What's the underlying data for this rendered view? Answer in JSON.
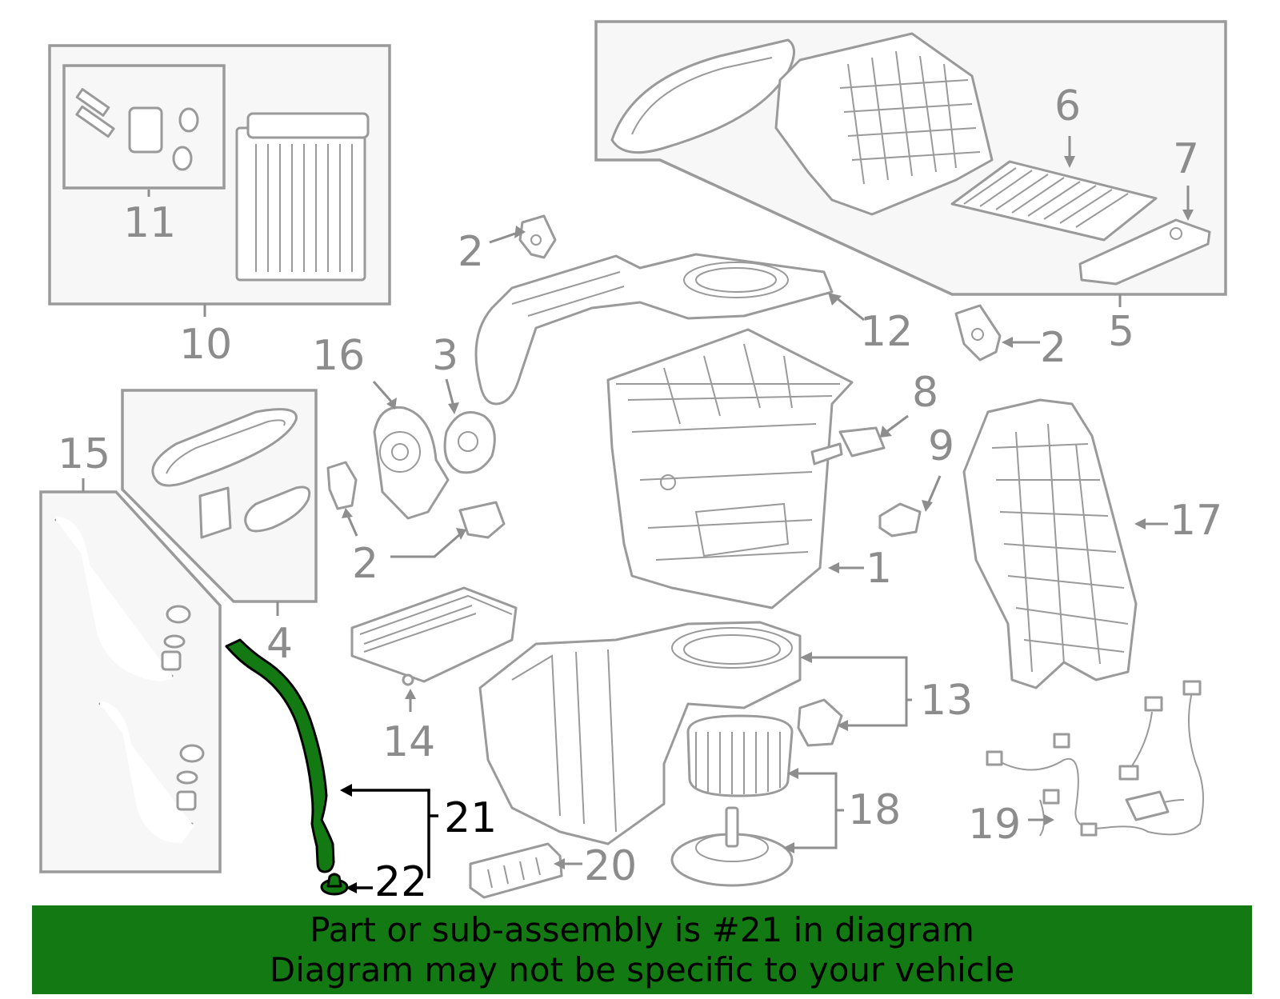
{
  "callouts": {
    "c1": "1",
    "c2a": "2",
    "c2b": "2",
    "c2c": "2",
    "c2d": "2",
    "c3": "3",
    "c4": "4",
    "c5": "5",
    "c6": "6",
    "c7": "7",
    "c8": "8",
    "c9": "9",
    "c10": "10",
    "c11": "11",
    "c12": "12",
    "c13": "13",
    "c14": "14",
    "c15": "15",
    "c16": "16",
    "c17": "17",
    "c18": "18",
    "c19": "19",
    "c20": "20",
    "c21": "21",
    "c22": "22"
  },
  "colors": {
    "highlight": "#137a13",
    "line_art": "#9a9a9a",
    "banner": "#137a13"
  },
  "banner": {
    "line1": "Part or sub-assembly is #21 in diagram",
    "line2": "Diagram may not be specific to your vehicle"
  }
}
